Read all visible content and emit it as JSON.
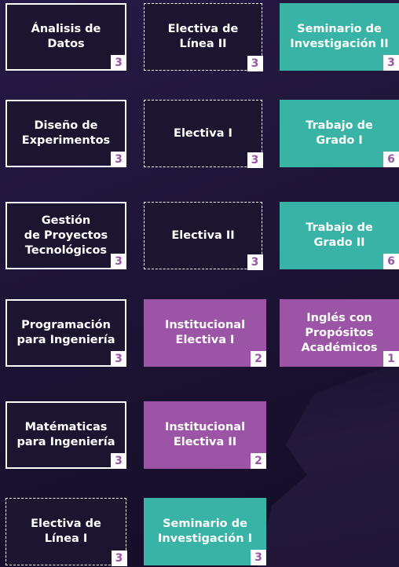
{
  "cards": [
    {
      "id": "analisis-datos",
      "title": "Ánalisis de\nDatos",
      "credits": "3"
    },
    {
      "id": "electiva-linea-ii",
      "title": "Electiva de\nLínea  II",
      "credits": "3"
    },
    {
      "id": "seminario-ii",
      "title": "Seminario de\nInvestigación II",
      "credits": "3"
    },
    {
      "id": "diseno-experimentos",
      "title": "Diseño de\nExperimentos",
      "credits": "3"
    },
    {
      "id": "electiva-i",
      "title": "Electiva I",
      "credits": "3"
    },
    {
      "id": "trabajo-grado-i",
      "title": "Trabajo de\nGrado I",
      "credits": "6"
    },
    {
      "id": "gestion-proyectos",
      "title": "Gestión\nde Proyectos\nTecnológicos",
      "credits": "3"
    },
    {
      "id": "electiva-ii",
      "title": "Electiva II",
      "credits": "3"
    },
    {
      "id": "trabajo-grado-ii",
      "title": "Trabajo de\nGrado II",
      "credits": "6"
    },
    {
      "id": "programacion-ingenieria",
      "title": "Programación\npara Ingeniería",
      "credits": "3"
    },
    {
      "id": "institucional-electiva-i",
      "title": "Institucional\nElectiva I",
      "credits": "2"
    },
    {
      "id": "ingles",
      "title": "Inglés con\nPropósitos\nAcadémicos",
      "credits": "1"
    },
    {
      "id": "matematicas-ingenieria",
      "title": "Matématicas\npara Ingeniería",
      "credits": "3"
    },
    {
      "id": "institucional-electiva-ii",
      "title": "Institucional\nElectiva II",
      "credits": "2"
    },
    {
      "id": "electiva-linea-i",
      "title": "Electiva de\nLínea I",
      "credits": "3"
    },
    {
      "id": "seminario-i",
      "title": "Seminario de\nInvestigación I",
      "credits": "3"
    }
  ],
  "colors": {
    "background": "#1e1436",
    "institutional": "#9c54a6",
    "research": "#38b3a5",
    "credit_text": "#9c54a6"
  }
}
